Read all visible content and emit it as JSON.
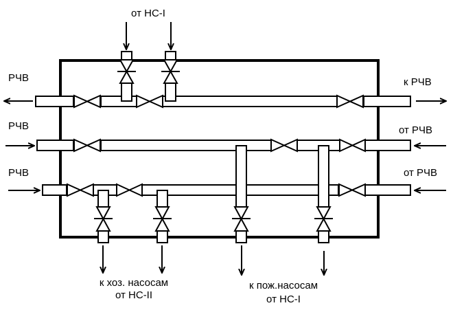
{
  "labels": {
    "top_inlet": "от НС-I",
    "left_1": "РЧВ",
    "left_2": "РЧВ",
    "left_3": "РЧВ",
    "right_1": "к РЧВ",
    "right_2": "от РЧВ",
    "right_3": "от РЧВ",
    "bottom_left_1": "к хоз. насосам",
    "bottom_left_2": "от НС-II",
    "bottom_right_1": "к пож.насосам",
    "bottom_right_2": "от НС-I"
  }
}
